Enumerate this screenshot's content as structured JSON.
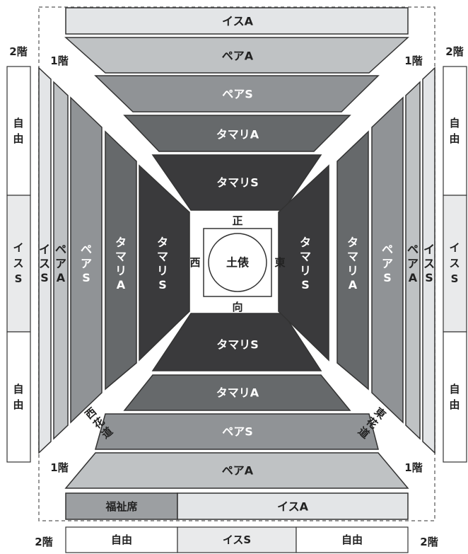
{
  "colors": {
    "stroke": "#333333",
    "white": "#ffffff",
    "chair_a": "#e3e5e7",
    "pair_a": "#bfc2c4",
    "pair_s": "#909396",
    "tamari_a": "#66696b",
    "tamari_s": "#3a3a3c",
    "welfare": "#9c9fa2",
    "free": "#ffffff",
    "chair_s": "#e9eaeb",
    "dashed": "#777777",
    "text_dark": "#222222",
    "text_light": "#ffffff"
  },
  "ring": {
    "dohyo": "土俵",
    "north": "正",
    "south": "向",
    "west": "西",
    "east": "東"
  },
  "hanamichi": {
    "west": "西花道",
    "east": "東花道"
  },
  "floors": {
    "first": "1階",
    "second": "2階"
  },
  "sections": {
    "north": [
      "イスA",
      "ペアA",
      "ペアS",
      "タマリA",
      "タマリS"
    ],
    "south": [
      "タマリS",
      "タマリA",
      "ペアS",
      "ペアA"
    ],
    "bottom_row": [
      "福祉席",
      "イスA"
    ],
    "west": [
      "タマリS",
      "タマリA",
      "ペアS",
      "ペアA",
      "イスS"
    ],
    "east": [
      "タマリS",
      "タマリA",
      "ペアS",
      "ペアA",
      "イスS"
    ],
    "second_side": [
      "自由",
      "イスS",
      "自由"
    ],
    "second_bottom": [
      "自由",
      "イスS",
      "自由"
    ]
  }
}
